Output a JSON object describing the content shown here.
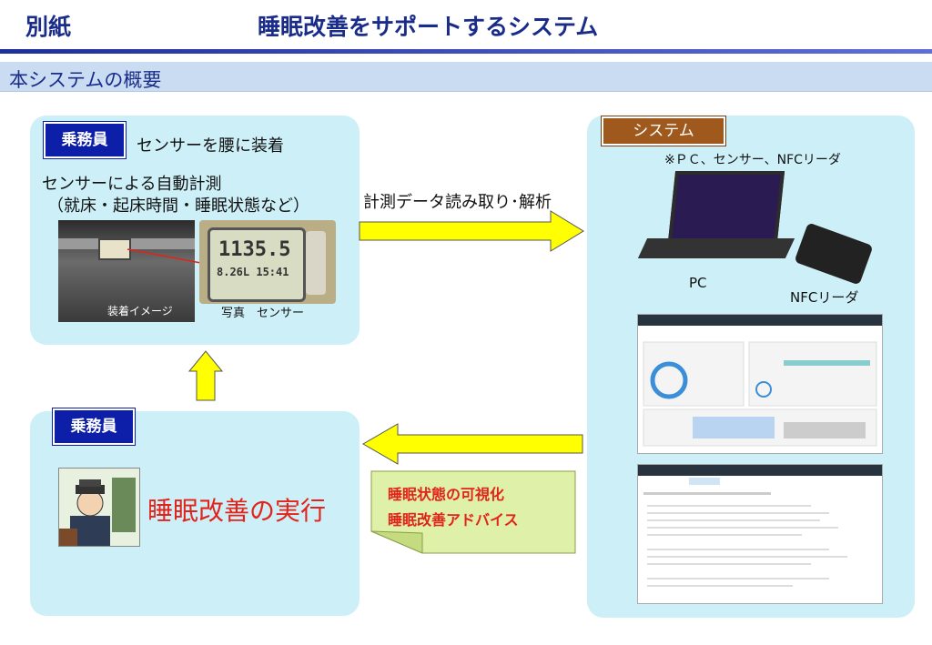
{
  "header": {
    "left_label": "別紙",
    "title": "睡眠改善をサポートするシステム"
  },
  "subheader": {
    "title": "本システムの概要"
  },
  "top_left_panel": {
    "tag": "乗務員",
    "attach_text": "センサーを腰に装着",
    "auto_line1": "センサーによる自動計測",
    "auto_line2": "（就床・起床時間・睡眠状態など）",
    "caption_wear": "装着イメージ",
    "caption_sensor": "写真　センサー",
    "lcd_line1": "1135.5",
    "lcd_line2": "8.26L  15:41"
  },
  "bottom_left_panel": {
    "tag": "乗務員",
    "action_text": "睡眠改善の実行"
  },
  "system_panel": {
    "tag": "システム",
    "note": "※ＰＣ、センサー、NFCリーダ",
    "pc_label": "PC",
    "nfc_label": "NFCリーダ"
  },
  "arrows": {
    "readout_label": "計測データ読み取り･解析"
  },
  "result_box": {
    "line1": "睡眠状態の可視化",
    "line2": "睡眠改善アドバイス"
  },
  "colors": {
    "header_text": "#1a2c8a",
    "panel_bg": "#cdeff7",
    "tag_blue": "#0d1ea8",
    "tag_system": "#a0591d",
    "arrow_fill": "#ffff00",
    "accent_red": "#e2231a"
  }
}
